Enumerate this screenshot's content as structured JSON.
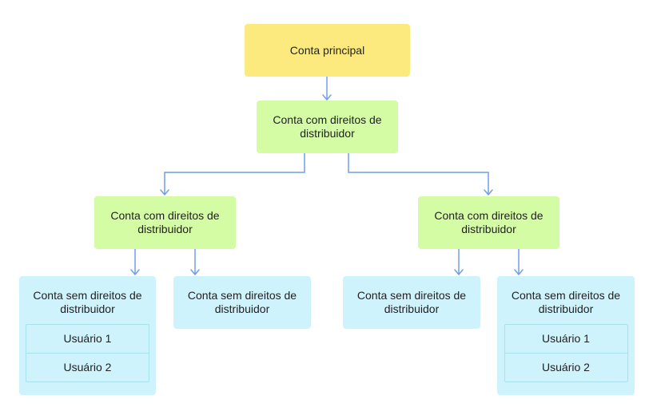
{
  "diagram": {
    "root": {
      "label": "Conta principal"
    },
    "distributor": {
      "label": "Conta com direitos de\ndistribuidor"
    },
    "left_distributor": {
      "label": "Conta com direitos de\ndistribuidor"
    },
    "right_distributor": {
      "label": "Conta com direitos de\ndistribuidor"
    },
    "leaves": [
      {
        "label": "Conta sem direitos de\ndistribuidor",
        "users": [
          "Usuário 1",
          "Usuário 2"
        ]
      },
      {
        "label": "Conta sem direitos de\ndistribuidor"
      },
      {
        "label": "Conta sem direitos de\ndistribuidor"
      },
      {
        "label": "Conta sem direitos de\ndistribuidor",
        "users": [
          "Usuário 1",
          "Usuário 2"
        ]
      }
    ]
  },
  "colors": {
    "root_fill": "#fdea7e",
    "distributor_fill": "#d4fca5",
    "leaf_fill": "#cef3fd",
    "connector": "#6f9fe8"
  }
}
